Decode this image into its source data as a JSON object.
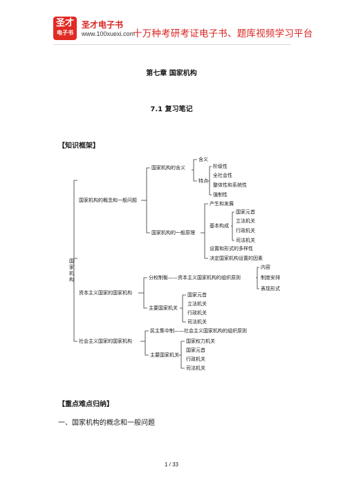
{
  "header": {
    "logo_line1": "圣才",
    "logo_line2": "电子书",
    "brand_name": "圣才电子书",
    "brand_url": "www.100xuexi.com",
    "tagline": "十万种考研考证电子书、题库视频学习平台"
  },
  "chapter_title": "第七章 国家机构",
  "section_title": "7.1 复习笔记",
  "framework_heading": "【知识框架】",
  "tree": {
    "root": "国家机构",
    "l1": {
      "concept": "国家机构的概念和一般问题",
      "capitalist": "资本主义国家的国家机构",
      "socialist": "社会主义国家的国家机构"
    },
    "l2": {
      "meaning": "国家机构的含义",
      "principles": "国家机构的一般原理",
      "separation": "分权制衡——资本主义国家机构的组织原则",
      "cap_main": "主要国家机关",
      "democratic_centralism": "民主集中制——社会主义国家机构的组织原则",
      "soc_main": "主要国家机关"
    },
    "l3": {
      "hanyi": "含义",
      "tedian": "特点",
      "origin": "产生和发展",
      "composition": "基本构成",
      "diversity": "设置和形式的多样性",
      "factors": "决定国家机构设置的因素",
      "content": "内容",
      "arrangement": "制度安排",
      "forms": "表现形式",
      "cap_head": "国家元首",
      "cap_legislative": "立法机关",
      "cap_administrative": "行政机关",
      "cap_judicial": "司法机关",
      "soc_power": "国家权力机关",
      "soc_head": "国家元首",
      "soc_administrative": "行政机关",
      "soc_judicial": "司法机关"
    },
    "l4": {
      "class_nature": "阶级性",
      "social_nature": "全社会性",
      "systemic": "整体性和系统性",
      "coercive": "强制性",
      "comp_head": "国家元首",
      "comp_legislative": "立法机关",
      "comp_administrative": "行政机关",
      "comp_judicial": "司法机关"
    }
  },
  "key_points_heading": "【重点难点归纳】",
  "first_item": "一、国家机构的概念和一般问题",
  "page_number": "1 / 33"
}
